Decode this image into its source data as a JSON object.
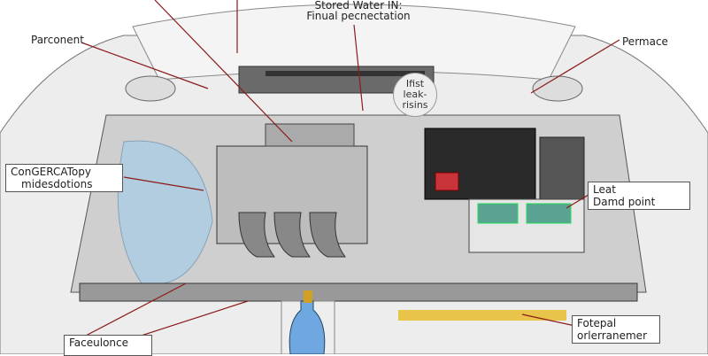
{
  "labels": {
    "top_title_line1": "Stored Water IN:",
    "top_title_line2": "Finual pecnectation",
    "parconent": "Parconent",
    "permace": "Permace",
    "circle_line1": "Ifist",
    "circle_line2": "leak-",
    "circle_line3": "risins",
    "left_box_line1": "ConGERCATopy",
    "left_box_line2": "midesdotions",
    "right_box_line1": "Leat",
    "right_box_line2": "Damd point",
    "bottom_left_box": "Faceulonce",
    "bottom_right_box_line1": "Fotepal",
    "bottom_right_box_line2": "orlerranemer"
  },
  "colors": {
    "leader_line": "#8b1a1a",
    "coolant_tint": "#a8cde8",
    "battery": "#2a2a2a",
    "spray_bottle": "#6fa8e0"
  }
}
